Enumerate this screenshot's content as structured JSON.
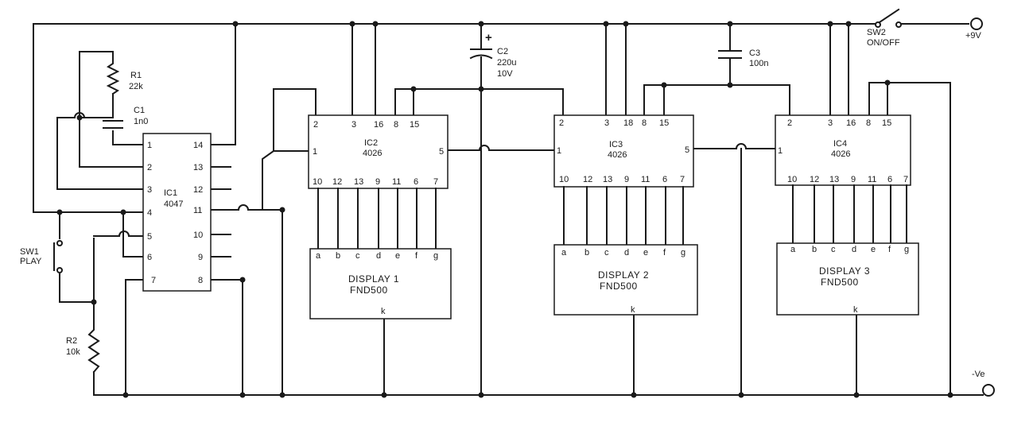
{
  "supply": {
    "positive": "+9V",
    "negative": "-Ve"
  },
  "components": {
    "r1": {
      "name": "R1",
      "value": "22k"
    },
    "c1": {
      "name": "C1",
      "value": "1n0"
    },
    "sw1": {
      "name": "SW1",
      "function": "PLAY"
    },
    "r2": {
      "name": "R2",
      "value": "10k"
    },
    "c2": {
      "name": "C2",
      "value": "220u",
      "voltage": "10V",
      "polarity": "+"
    },
    "c3": {
      "name": "C3",
      "value": "100n"
    },
    "sw2": {
      "name": "SW2",
      "function": "ON/OFF"
    }
  },
  "ics": {
    "ic1": {
      "name": "IC1",
      "part": "4047",
      "pins": [
        "1",
        "2",
        "3",
        "4",
        "5",
        "6",
        "7",
        "14",
        "13",
        "12",
        "11",
        "10",
        "9",
        "8"
      ]
    },
    "ic2": {
      "name": "IC2",
      "part": "4026",
      "top_pins": [
        "2",
        "3",
        "16",
        "8",
        "15"
      ],
      "in_pin": "1",
      "out_pin": "5",
      "bottom_pins": [
        "10",
        "12",
        "13",
        "9",
        "11",
        "6",
        "7"
      ]
    },
    "ic3": {
      "name": "IC3",
      "part": "4026",
      "top_pins": [
        "2",
        "3",
        "18",
        "8",
        "15"
      ],
      "in_pin": "1",
      "out_pin": "5",
      "bottom_pins": [
        "10",
        "12",
        "13",
        "9",
        "11",
        "6",
        "7"
      ]
    },
    "ic4": {
      "name": "IC4",
      "part": "4026",
      "top_pins": [
        "2",
        "3",
        "16",
        "8",
        "15"
      ],
      "in_pin": "1",
      "bottom_pins": [
        "10",
        "12",
        "13",
        "9",
        "11",
        "6",
        "7"
      ]
    }
  },
  "displays": [
    {
      "name": "DISPLAY 1",
      "part": "FND500",
      "cathode": "k",
      "segments": [
        "a",
        "b",
        "c",
        "d",
        "e",
        "f",
        "g"
      ]
    },
    {
      "name": "DISPLAY 2",
      "part": "FND500",
      "cathode": "k",
      "segments": [
        "a",
        "b",
        "c",
        "d",
        "e",
        "f",
        "g"
      ]
    },
    {
      "name": "DISPLAY 3",
      "part": "FND500",
      "cathode": "k",
      "segments": [
        "a",
        "b",
        "c",
        "d",
        "e",
        "f",
        "g"
      ]
    }
  ]
}
